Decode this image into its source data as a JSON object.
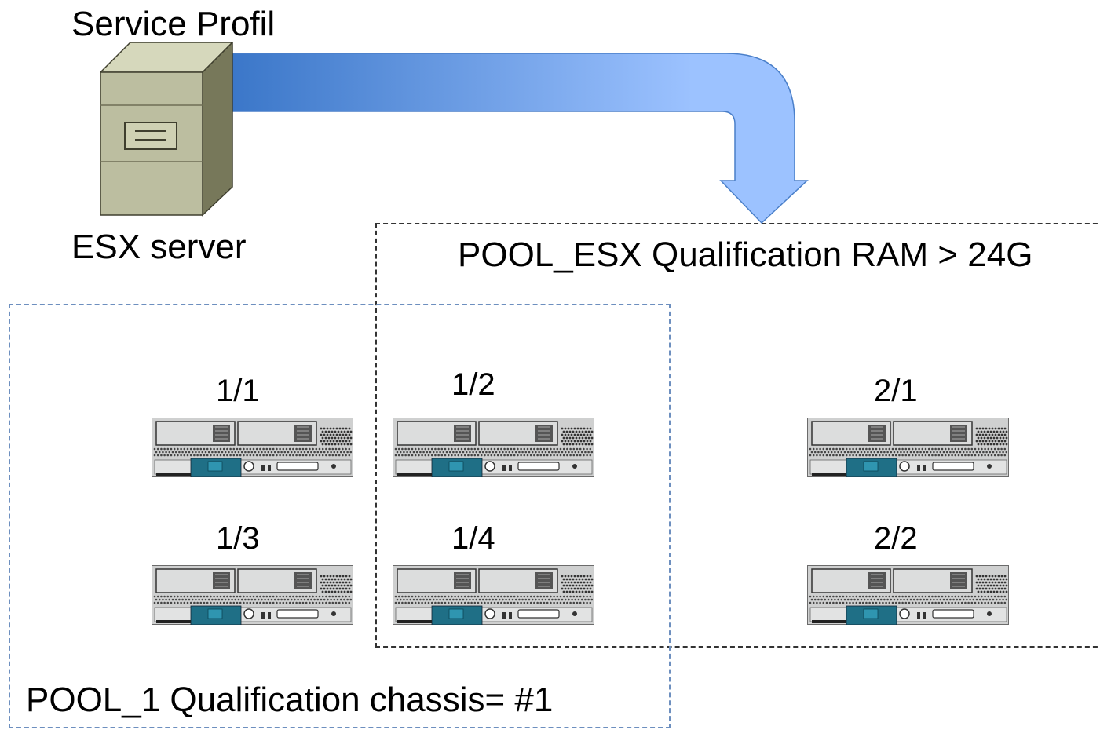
{
  "colors": {
    "arrow_start": "#3a76c8",
    "arrow_end": "#9cc2ff",
    "pool_esx_border": "#333333",
    "pool_1_border": "#6d8fbf",
    "server_face": "#bcbea0",
    "blade_accent": "#1f6f86"
  },
  "service_profile": {
    "title": "Service Profil",
    "server_label": "ESX server",
    "icon": "server-tower-icon"
  },
  "pools": {
    "esx": {
      "label": "POOL_ESX Qualification RAM > 24G"
    },
    "one": {
      "label": "POOL_1  Qualification chassis= #1"
    }
  },
  "blades": [
    {
      "slot": "1/1",
      "icon": "blade-server-icon"
    },
    {
      "slot": "1/2",
      "icon": "blade-server-icon"
    },
    {
      "slot": "2/1",
      "icon": "blade-server-icon"
    },
    {
      "slot": "1/3",
      "icon": "blade-server-icon"
    },
    {
      "slot": "1/4",
      "icon": "blade-server-icon"
    },
    {
      "slot": "2/2",
      "icon": "blade-server-icon"
    }
  ]
}
